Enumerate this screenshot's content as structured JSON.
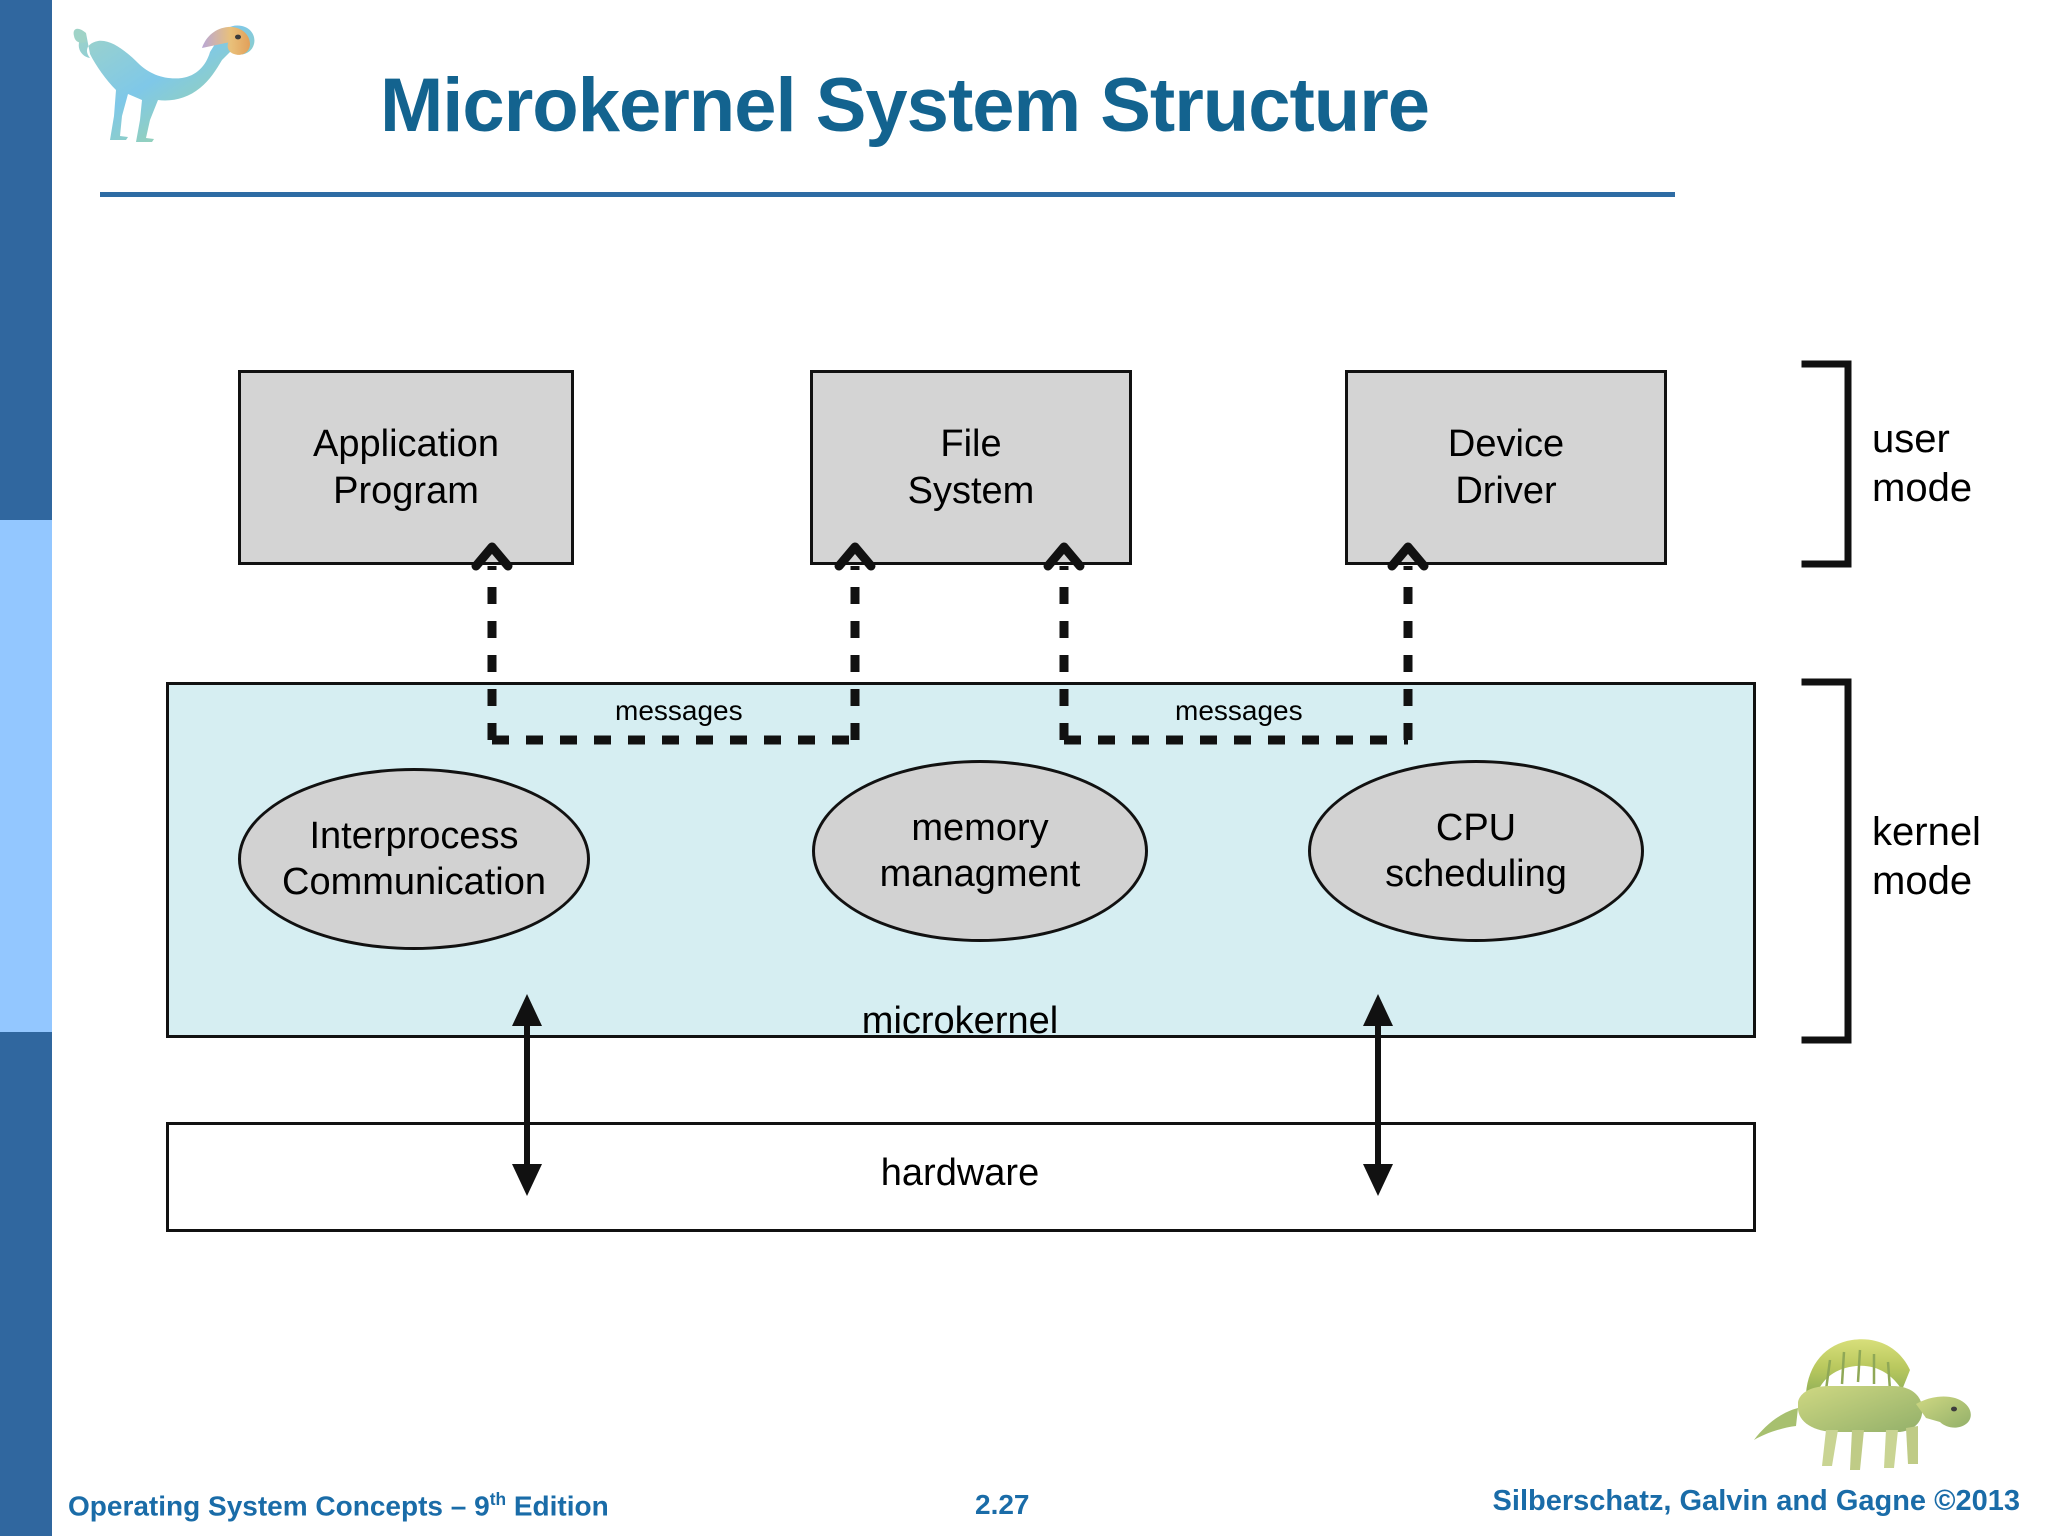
{
  "slide": {
    "title": "Microkernel System Structure",
    "title_color": "#13638F",
    "rule_color": "#2E6CA4",
    "background": "#FFFFFF"
  },
  "sidebar": {
    "top_color": "#30679F",
    "middle_color": "#93C7FF",
    "bottom_color": "#30679F"
  },
  "decor": {
    "dinosaur_top": "dinosaur-illustration",
    "dinosaur_bottom": "dimetrodon-illustration"
  },
  "diagram": {
    "user_boxes": [
      {
        "line1": "Application",
        "line2": "Program"
      },
      {
        "line1": "File",
        "line2": "System"
      },
      {
        "line1": "Device",
        "line2": "Driver"
      }
    ],
    "kernel_ellipses": [
      {
        "line1": "Interprocess",
        "line2": "Communication"
      },
      {
        "line1": "memory",
        "line2": "managment"
      },
      {
        "line1": "CPU",
        "line2": "scheduling"
      }
    ],
    "kernel_label": "microkernel",
    "hardware_label": "hardware",
    "message_labels": [
      "messages",
      "messages"
    ],
    "mode_labels": [
      {
        "line1": "user",
        "line2": "mode"
      },
      {
        "line1": "kernel",
        "line2": "mode"
      }
    ],
    "box_fill": "#D4D4D4",
    "ellipse_fill": "#D2D2D2",
    "kernel_fill": "#D6EEF2",
    "stroke": "#111111"
  },
  "footer": {
    "left_pre": "Operating System Concepts – 9",
    "left_sup": "th",
    "left_post": " Edition",
    "page": "2.27",
    "right": "Silberschatz, Galvin and Gagne ©2013",
    "color": "#1A6CA8"
  }
}
